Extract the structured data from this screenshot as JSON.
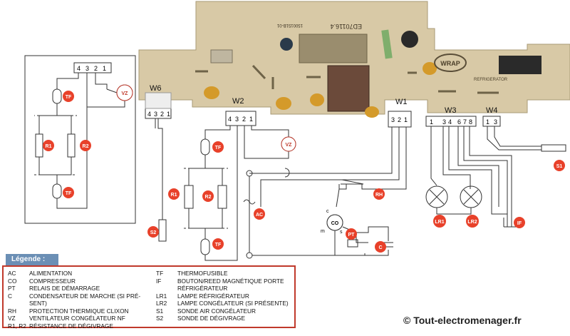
{
  "board": {
    "silk_top": "ED70116.4",
    "brand_logo": "WRAP",
    "brand_text": "REFRIGERATOR",
    "part_number": "1500151B-01"
  },
  "connectors": {
    "w6": {
      "label": "W6",
      "pins": [
        "4",
        "3",
        "2",
        "1"
      ]
    },
    "w2": {
      "label": "W2",
      "pins": [
        "4",
        "3",
        "2",
        "1"
      ]
    },
    "w1": {
      "label": "W1",
      "pins": [
        "3",
        "2",
        "1"
      ]
    },
    "w3": {
      "label": "W3",
      "pins": [
        "1",
        "3",
        "4",
        "6",
        "7",
        "8"
      ]
    },
    "w4": {
      "label": "W4",
      "pins": [
        "1",
        "3"
      ]
    },
    "aux": {
      "pins": [
        "4",
        "3",
        "2",
        "1"
      ]
    }
  },
  "components": {
    "tf": "TF",
    "r1": "R1",
    "r2": "R2",
    "vz": "VZ",
    "s1": "S1",
    "s2": "S2",
    "ac": "AC",
    "rh": "RH",
    "pt": "PT",
    "c": "C",
    "lr1": "LR1",
    "lr2": "LR2",
    "if": "IF",
    "compressor": "CO",
    "comp_c": "c",
    "comp_m": "m",
    "comp_s": "s"
  },
  "legend": {
    "title": "Légende :",
    "left": [
      {
        "code": "AC",
        "desc": "ALIMENTATION"
      },
      {
        "code": "CO",
        "desc": "COMPRESSEUR"
      },
      {
        "code": "PT",
        "desc": "RELAIS DE DÉMARRAGE"
      },
      {
        "code": "C",
        "desc": "CONDENSATEUR DE MARCHE (SI PRÉ-"
      },
      {
        "code": "",
        "desc": "SENT)"
      },
      {
        "code": "RH",
        "desc": "PROTECTION THERMIQUE CLIXON"
      },
      {
        "code": "VZ",
        "desc": "VENTILATEUR CONGÉLATEUR NF"
      },
      {
        "code": "R1, R2",
        "desc": "RÉSISTANCE DE DÉGIVRAGE"
      }
    ],
    "right": [
      {
        "code": "TF",
        "desc": "THERMOFUSIBLE"
      },
      {
        "code": "IF",
        "desc": "BOUTON/REED MAGNÉTIQUE PORTE"
      },
      {
        "code": "",
        "desc": "RÉFRIGÉRATEUR"
      },
      {
        "code": "LR1",
        "desc": "LAMPE RÉFRIGÉRATEUR"
      },
      {
        "code": "LR2",
        "desc": "LAMPE CONGÉLATEUR (SI PRÉSENTE)"
      },
      {
        "code": "S1",
        "desc": "SONDE AIR CONGÉLATEUR"
      },
      {
        "code": "S2",
        "desc": "SONDE DE DÉGIVRAGE"
      }
    ]
  },
  "copyright": "© Tout-electromenager.fr",
  "colors": {
    "badge": "#e8412a",
    "pcb": "#d8c9a6",
    "pcb_dark": "#b9a780",
    "legend_border": "#c0392b",
    "legend_title_bg": "#6b8fb5"
  }
}
